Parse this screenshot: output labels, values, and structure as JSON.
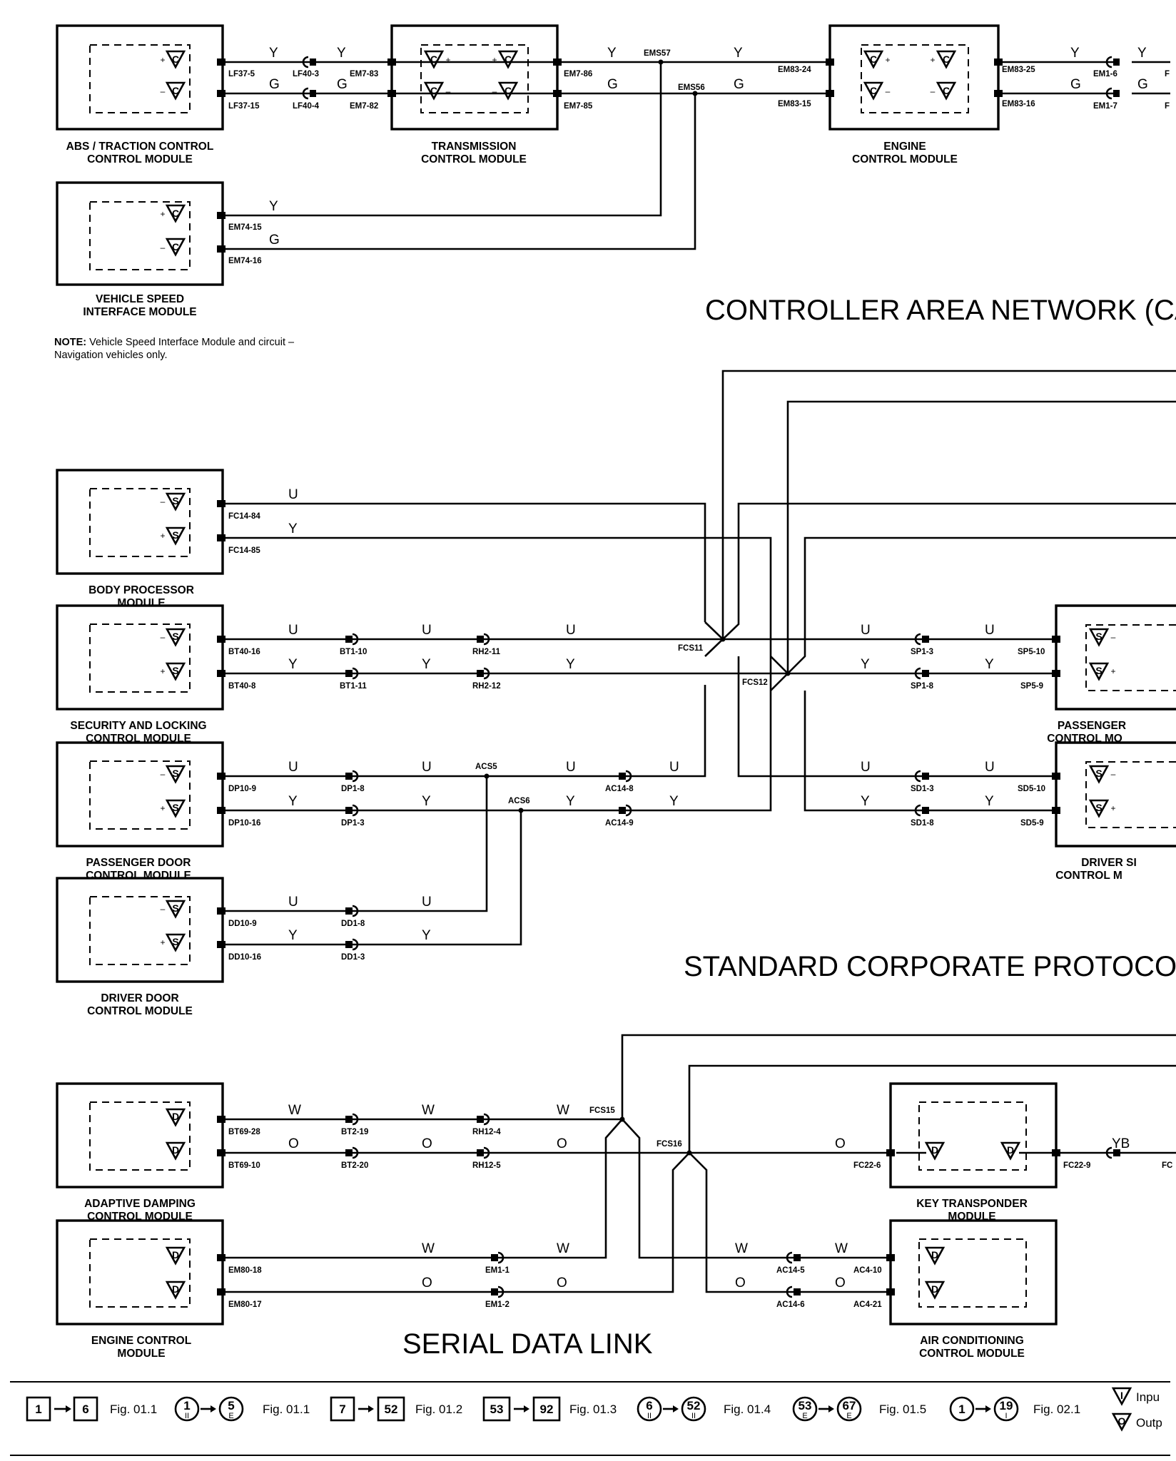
{
  "titles": {
    "can": "CONTROLLER AREA NETWORK (CAN)",
    "scp": "STANDARD CORPORATE PROTOCOL NE",
    "sdl": "SERIAL DATA LINK"
  },
  "note": {
    "bold": "NOTE:",
    "line1": " Vehicle Speed Interface Module and circuit –",
    "line2": "Navigation vehicles only."
  },
  "modules": {
    "abs": [
      "ABS / TRACTION CONTROL",
      "CONTROL MODULE"
    ],
    "tcm": [
      "TRANSMISSION",
      "CONTROL MODULE"
    ],
    "ecm_can": [
      "ENGINE",
      "CONTROL MODULE"
    ],
    "vsim": [
      "VEHICLE SPEED",
      "INTERFACE MODULE"
    ],
    "bpm": [
      "BODY PROCESSOR",
      "MODULE"
    ],
    "slcm": [
      "SECURITY AND LOCKING",
      "CONTROL MODULE"
    ],
    "pdcm": [
      "PASSENGER DOOR",
      "CONTROL MODULE"
    ],
    "ddcm": [
      "DRIVER DOOR",
      "CONTROL MODULE"
    ],
    "psm": [
      "PASSENGER",
      "CONTROL MO"
    ],
    "dsm": [
      "DRIVER SI",
      "CONTROL M"
    ],
    "adcm": [
      "ADAPTIVE DAMPING",
      "CONTROL MODULE"
    ],
    "ecm_sdl": [
      "ENGINE CONTROL",
      "MODULE"
    ],
    "ktm": [
      "KEY TRANSPONDER",
      "MODULE"
    ],
    "accm": [
      "AIR CONDITIONING",
      "CONTROL MODULE"
    ]
  },
  "symbols": {
    "can": "C",
    "scp": "S",
    "sdl": "D",
    "in": "I",
    "out": "O",
    "plus": "+",
    "minus": "–"
  },
  "colors": {
    "Y": "Y",
    "G": "G",
    "U": "U",
    "W": "W",
    "O": "O",
    "YB": "YB"
  },
  "pins": {
    "LF37_5": "LF37-5",
    "LF37_15": "LF37-15",
    "LF40_3": "LF40-3",
    "LF40_4": "LF40-4",
    "EM7_83": "EM7-83",
    "EM7_82": "EM7-82",
    "EM7_86": "EM7-86",
    "EM7_85": "EM7-85",
    "EMS57": "EMS57",
    "EMS56": "EMS56",
    "EM83_24": "EM83-24",
    "EM83_15": "EM83-15",
    "EM83_25": "EM83-25",
    "EM83_16": "EM83-16",
    "EM1_6": "EM1-6",
    "EM1_7": "EM1-7",
    "FC_cut": "F",
    "EM74_15": "EM74-15",
    "EM74_16": "EM74-16",
    "FC14_84": "FC14-84",
    "FC14_85": "FC14-85",
    "BT40_16": "BT40-16",
    "BT40_8": "BT40-8",
    "BT1_10": "BT1-10",
    "BT1_11": "BT1-11",
    "RH2_11": "RH2-11",
    "RH2_12": "RH2-12",
    "FCS11": "FCS11",
    "FCS12": "FCS12",
    "SP1_3": "SP1-3",
    "SP1_8": "SP1-8",
    "SP5_10": "SP5-10",
    "SP5_9": "SP5-9",
    "DP10_9": "DP10-9",
    "DP10_16": "DP10-16",
    "DP1_8": "DP1-8",
    "DP1_3": "DP1-3",
    "ACS5": "ACS5",
    "ACS6": "ACS6",
    "AC14_8": "AC14-8",
    "AC14_9": "AC14-9",
    "SD1_3": "SD1-3",
    "SD1_8": "SD1-8",
    "SD5_10": "SD5-10",
    "SD5_9": "SD5-9",
    "DD10_9": "DD10-9",
    "DD10_16": "DD10-16",
    "DD1_8": "DD1-8",
    "DD1_3": "DD1-3",
    "BT69_28": "BT69-28",
    "BT69_10": "BT69-10",
    "BT2_19": "BT2-19",
    "BT2_20": "BT2-20",
    "RH12_4": "RH12-4",
    "RH12_5": "RH12-5",
    "FCS15": "FCS15",
    "FCS16": "FCS16",
    "FC22_6": "FC22-6",
    "FC22_9": "FC22-9",
    "FC_cut2": "FC",
    "EM80_18": "EM80-18",
    "EM80_17": "EM80-17",
    "EM1_1": "EM1-1",
    "EM1_2": "EM1-2",
    "AC14_5": "AC14-5",
    "AC14_6": "AC14-6",
    "AC4_10": "AC4-10",
    "AC4_21": "AC4-21"
  },
  "legend": [
    {
      "from": "1",
      "to": "6",
      "style": "square",
      "fig": "Fig. 01.1"
    },
    {
      "from": "1",
      "from_sub": "II",
      "to": "5",
      "to_sub": "E",
      "style": "circle",
      "fig": "Fig. 01.1"
    },
    {
      "from": "7",
      "to": "52",
      "style": "square",
      "fig": "Fig. 01.2"
    },
    {
      "from": "53",
      "to": "92",
      "style": "square",
      "fig": "Fig. 01.3"
    },
    {
      "from": "6",
      "from_sub": "II",
      "to": "52",
      "to_sub": "II",
      "style": "circle",
      "fig": "Fig. 01.4"
    },
    {
      "from": "53",
      "from_sub": "E",
      "to": "67",
      "to_sub": "E",
      "style": "circle",
      "fig": "Fig. 01.5"
    },
    {
      "from": "1",
      "from_sub": "",
      "to": "19",
      "to_sub": "I",
      "style": "circle",
      "fig": "Fig. 02.1"
    }
  ],
  "legend_key": {
    "input": "Inpu",
    "output": "Outp"
  }
}
